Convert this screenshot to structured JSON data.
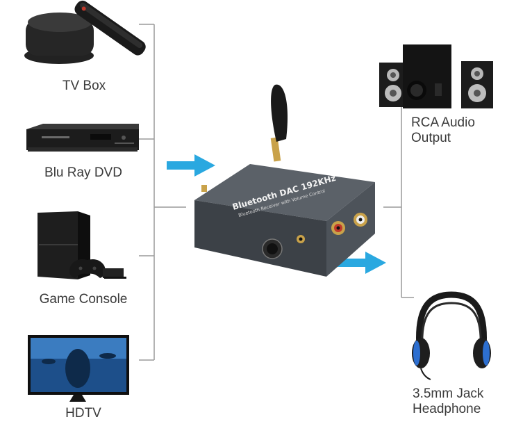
{
  "sources": [
    {
      "label": "TV Box",
      "icon": "tv-box-icon"
    },
    {
      "label": "Blu Ray DVD",
      "icon": "bluray-player-icon"
    },
    {
      "label": "Game Console",
      "icon": "game-console-icon"
    },
    {
      "label": "HDTV",
      "icon": "hdtv-icon"
    }
  ],
  "outputs": [
    {
      "label_line1": "RCA Audio",
      "label_line2": "Output",
      "icon": "speakers-icon"
    },
    {
      "label_line1": "3.5mm Jack",
      "label_line2": "Headphone",
      "icon": "headphone-icon"
    }
  ],
  "device": {
    "title": "Bluetooth DAC 192KHz",
    "subtitle": "Bluetooth Receiver with Volume Control",
    "icon": "bluetooth-dac-icon"
  },
  "colors": {
    "arrow": "#2aa8e0",
    "connector_line": "#9a9a9a",
    "device_body": "#4a4f55",
    "label_text": "#3a3a3a"
  }
}
